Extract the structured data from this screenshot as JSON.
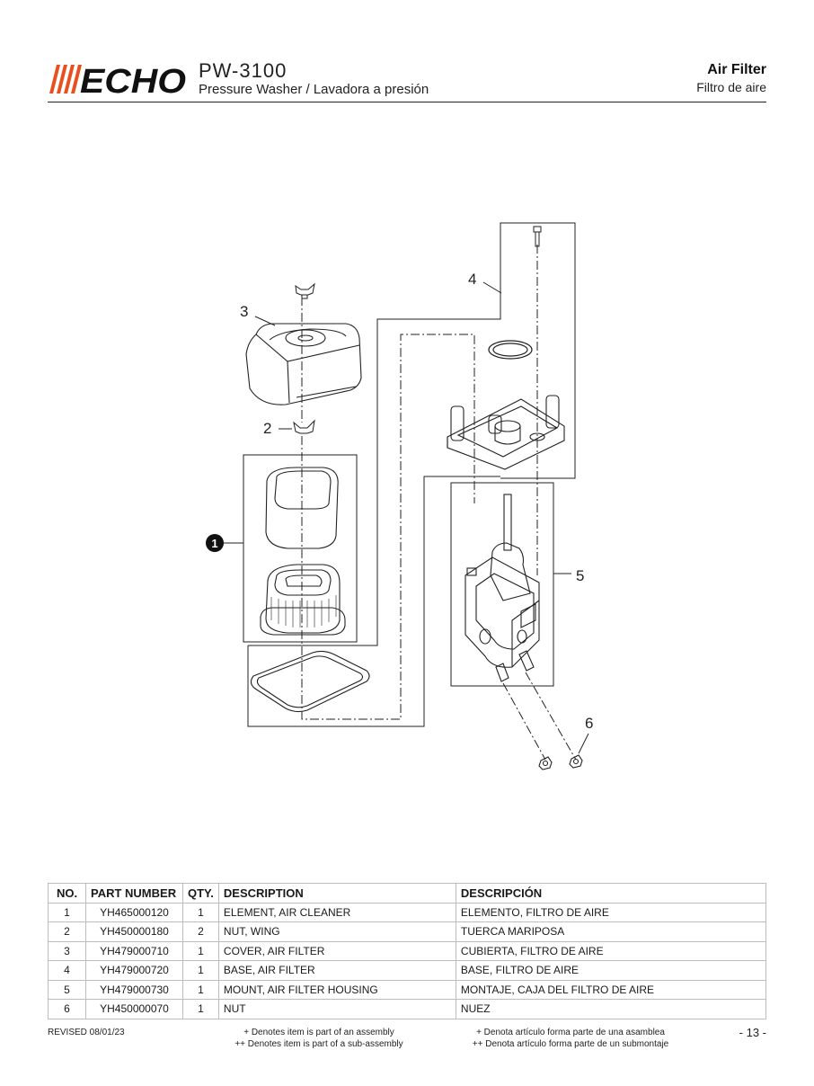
{
  "header": {
    "brand": "ECHO",
    "model": "PW-3100",
    "subtitle": "Pressure Washer / Lavadora a presión",
    "section_title": "Air Filter",
    "section_subtitle": "Filtro de aire"
  },
  "diagram": {
    "callouts": [
      "1",
      "2",
      "3",
      "4",
      "5",
      "6"
    ]
  },
  "table": {
    "headers": [
      "NO.",
      "PART NUMBER",
      "QTY.",
      "DESCRIPTION",
      "DESCRIPCIÓN"
    ],
    "rows": [
      [
        "1",
        "YH465000120",
        "1",
        "ELEMENT, AIR CLEANER",
        "ELEMENTO, FILTRO DE AIRE"
      ],
      [
        "2",
        "YH450000180",
        "2",
        "NUT, WING",
        "TUERCA MARIPOSA"
      ],
      [
        "3",
        "YH479000710",
        "1",
        "COVER, AIR FILTER",
        "CUBIERTA, FILTRO DE AIRE"
      ],
      [
        "4",
        "YH479000720",
        "1",
        "BASE, AIR FILTER",
        "BASE, FILTRO DE AIRE"
      ],
      [
        "5",
        "YH479000730",
        "1",
        "MOUNT, AIR FILTER HOUSING",
        "MONTAJE, CAJA DEL FILTRO DE AIRE"
      ],
      [
        "6",
        "YH450000070",
        "1",
        "NUT",
        "NUEZ"
      ]
    ]
  },
  "footer": {
    "revised": "REVISED 08/01/23",
    "note_en_1": "+ Denotes item is part of an assembly",
    "note_en_2": "++ Denotes item is part of a sub-assembly",
    "note_es_1": "+ Denota artículo forma parte de una asamblea",
    "note_es_2": "++ Denota artículo forma parte de un submontaje",
    "page": "- 13 -"
  },
  "colors": {
    "brand_red": "#e8501e",
    "ink": "#1a1a1a"
  }
}
